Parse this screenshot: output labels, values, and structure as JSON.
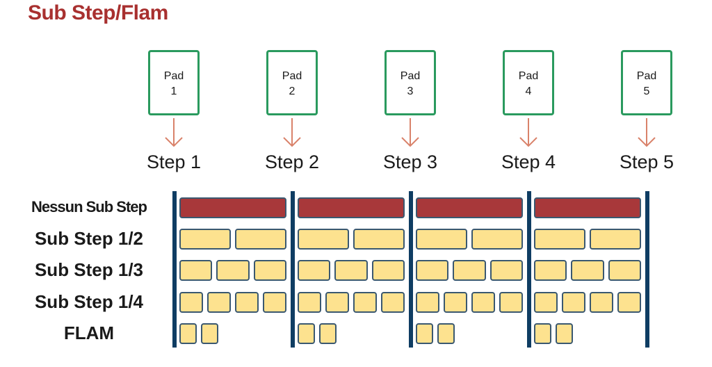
{
  "title": "Sub Step/Flam",
  "pads": [
    {
      "label": "Pad",
      "number": "1",
      "step": "Step 1"
    },
    {
      "label": "Pad",
      "number": "2",
      "step": "Step 2"
    },
    {
      "label": "Pad",
      "number": "3",
      "step": "Step 3"
    },
    {
      "label": "Pad",
      "number": "4",
      "step": "Step 4"
    },
    {
      "label": "Pad",
      "number": "5",
      "step": "Step 5"
    }
  ],
  "rows": [
    {
      "label": "Nessun Sub Step",
      "divisions": 1,
      "kind": "none"
    },
    {
      "label": "Sub Step 1/2",
      "divisions": 2,
      "kind": "sub"
    },
    {
      "label": "Sub Step 1/3",
      "divisions": 3,
      "kind": "sub"
    },
    {
      "label": "Sub Step 1/4",
      "divisions": 4,
      "kind": "sub"
    },
    {
      "label": "FLAM",
      "divisions": 2,
      "kind": "flam"
    }
  ],
  "colors": {
    "title": "#a8302f",
    "pad_border": "#2a9a5e",
    "arrow": "#d9826a",
    "no_substep": "#a8383a",
    "substep": "#fde28f",
    "divider": "#0f3d63"
  }
}
